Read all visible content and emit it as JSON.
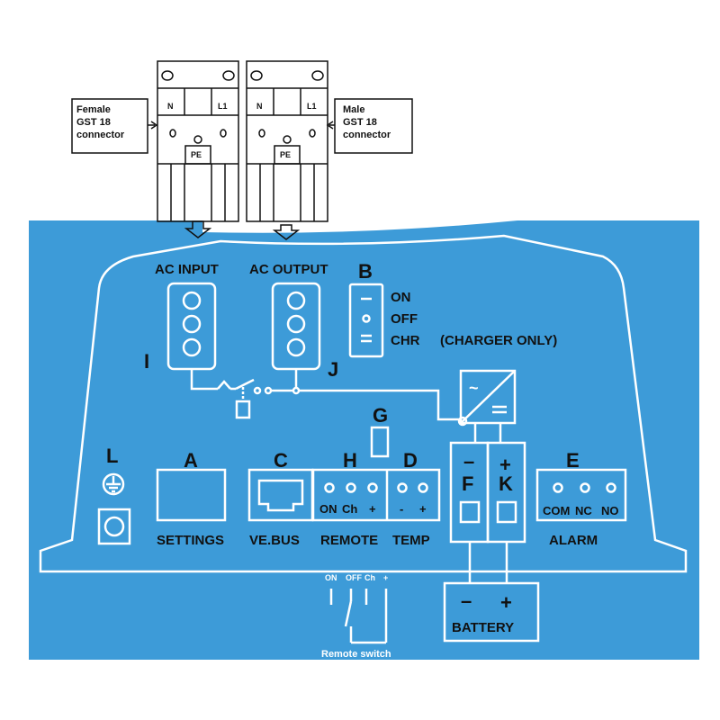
{
  "colors": {
    "panel": "#3d9bd8",
    "line": "#ffffff",
    "ink": "#111111"
  },
  "connectors": {
    "female_label": [
      "Female",
      "GST 18",
      "connector"
    ],
    "male_label": [
      "Male",
      "GST 18",
      "connector"
    ],
    "n": "N",
    "l1": "L1",
    "pe": "PE"
  },
  "ports": {
    "ac_input": "AC INPUT",
    "ac_output": "AC OUTPUT",
    "i": "I",
    "j": "J",
    "b": "B",
    "on": "ON",
    "off": "OFF",
    "chr": "CHR",
    "charger_only": "(CHARGER ONLY)",
    "g": "G",
    "l": "L",
    "a": "A",
    "c": "C",
    "h": "H",
    "d": "D",
    "e": "E",
    "f": "F",
    "k": "K",
    "settings": "SETTINGS",
    "vebus": "VE.BUS",
    "remote": "REMOTE",
    "temp": "TEMP",
    "alarm": "ALARM",
    "remote_on": "ON",
    "remote_ch": "Ch",
    "remote_plus": "+",
    "temp_minus": "-",
    "temp_plus": "+",
    "alarm_com": "COM",
    "alarm_nc": "NC",
    "alarm_no": "NO",
    "minus": "–",
    "plus": "+",
    "battery": "BATTERY",
    "battery_minus": "–",
    "battery_plus": "+",
    "sw_on": "ON",
    "sw_off": "OFF",
    "sw_ch": "Ch",
    "sw_plus": "+",
    "remote_switch": "Remote switch"
  }
}
